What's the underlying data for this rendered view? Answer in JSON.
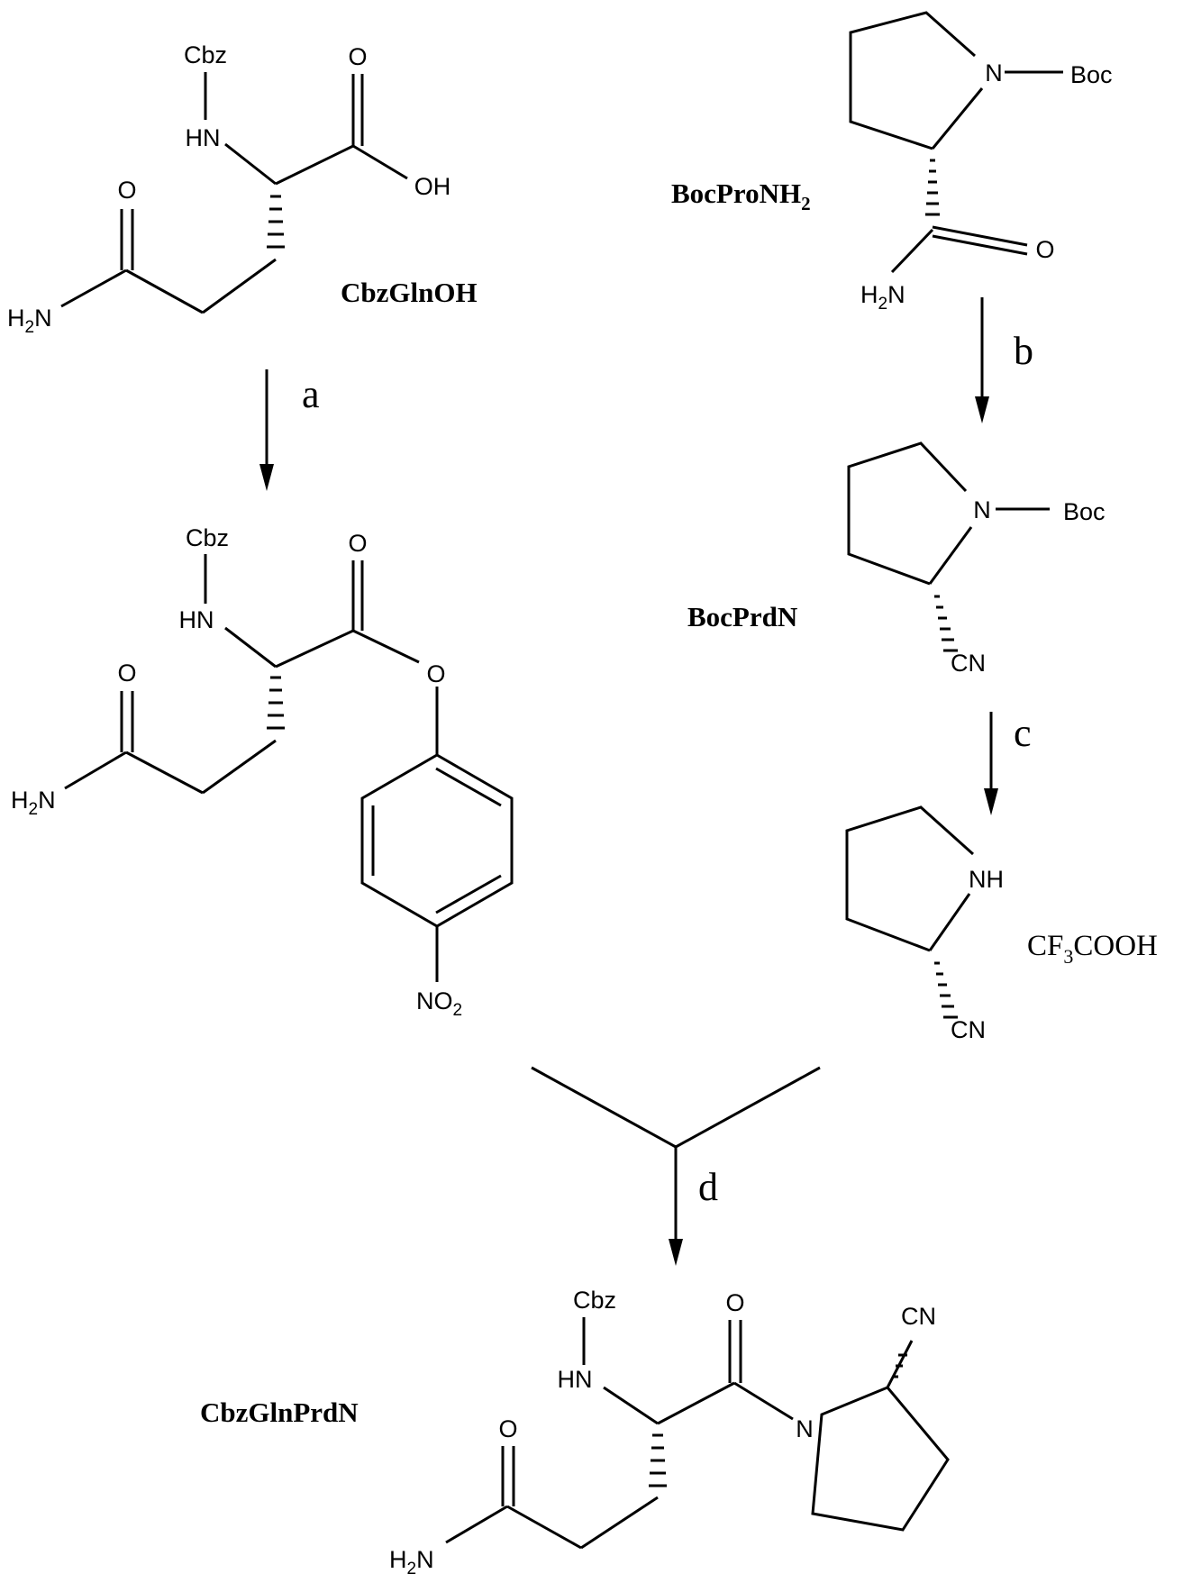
{
  "scheme": {
    "compounds": {
      "cbzglnoh": {
        "name": "CbzGlnOH",
        "labels": {
          "cbz": "Cbz",
          "hn": "HN",
          "o_acid": "O",
          "oh": "OH",
          "o_amide": "O",
          "h": "H",
          "h_sub": "2",
          "n": "N"
        }
      },
      "ester": {
        "labels": {
          "cbz": "Cbz",
          "hn": "HN",
          "o_carbonyl": "O",
          "o_ester": "O",
          "o_amide": "O",
          "h": "H",
          "h_sub": "2",
          "n": "N",
          "no": "NO",
          "no_sub": "2"
        }
      },
      "bocpronh2": {
        "name": "BocProNH",
        "name_sub": "2",
        "labels": {
          "n": "N",
          "boc": "Boc",
          "o": "O",
          "h": "H",
          "h_sub": "2",
          "n_amide": "N"
        }
      },
      "bocprdn": {
        "name": "BocPrdN",
        "labels": {
          "n": "N",
          "boc": "Boc",
          "cn": "CN"
        }
      },
      "prdn_tfa": {
        "labels": {
          "nh": "NH",
          "cn": "CN"
        },
        "salt": {
          "cf": "CF",
          "cf_sub": "3",
          "cooh": "COOH"
        }
      },
      "cbzglnprdn": {
        "name": "CbzGlnPrdN",
        "labels": {
          "cbz": "Cbz",
          "hn": "HN",
          "o_carbonyl": "O",
          "o_amide": "O",
          "h": "H",
          "h_sub": "2",
          "n_amide": "N",
          "n_ring": "N",
          "cn": "CN"
        }
      }
    },
    "steps": [
      "a",
      "b",
      "c",
      "d"
    ]
  }
}
